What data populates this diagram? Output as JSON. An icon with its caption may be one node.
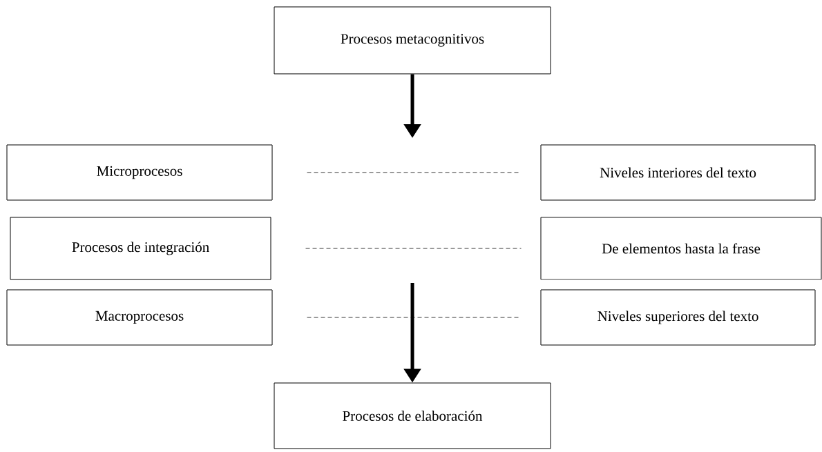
{
  "diagram": {
    "nodes": [
      {
        "text": [
          "Procesos metacognitivos"
        ]
      },
      {
        "text": [
          "Microprocesos"
        ]
      },
      {
        "text": [
          "Niveles interiores del texto"
        ]
      },
      {
        "text": [
          "Procesos de integración"
        ]
      },
      {
        "text": [
          "De elementos hasta la frase"
        ]
      },
      {
        "text": [
          "Macroprocesos"
        ]
      },
      {
        "text": [
          "Niveles superiores del texto"
        ]
      },
      {
        "text": [
          "Procesos de elaboración"
        ]
      }
    ],
    "edges": [
      {
        "from": 0,
        "to": null,
        "arrow": "to",
        "style": "thick"
      },
      {
        "from": 1,
        "to": 2,
        "arrow": "none",
        "style": "dashed"
      },
      {
        "from": 3,
        "to": 4,
        "arrow": "none",
        "style": "dashed"
      },
      {
        "from": 5,
        "to": 6,
        "arrow": "none",
        "style": "dashed"
      },
      {
        "from": null,
        "to": 7,
        "arrow": "to",
        "style": "thick"
      }
    ]
  }
}
